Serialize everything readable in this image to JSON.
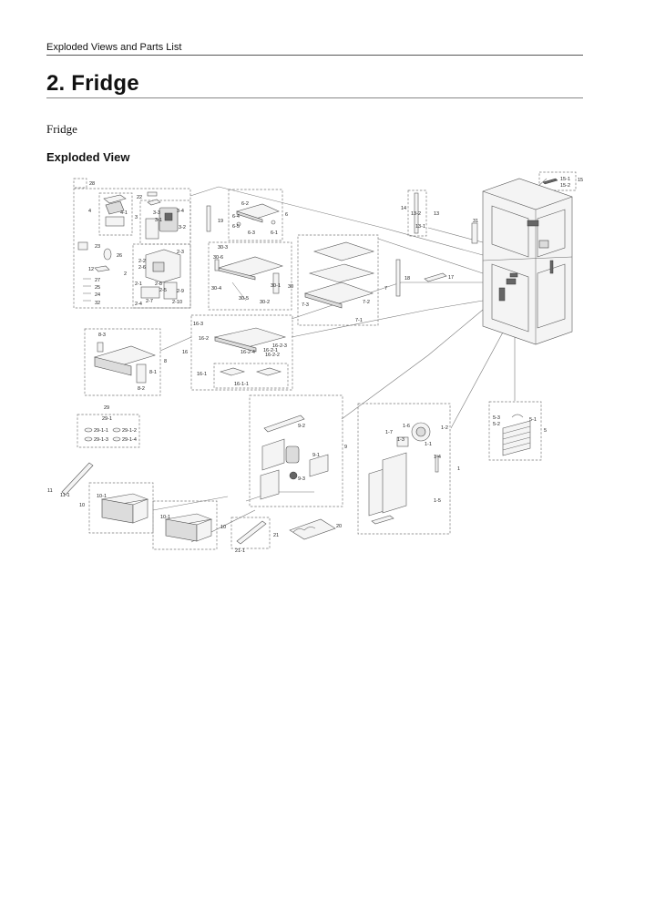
{
  "header": {
    "section": "Exploded Views and Parts List"
  },
  "title": "2.  Fridge",
  "intro": "Fridge",
  "subheading": "Exploded View",
  "callouts": {
    "c28": "28",
    "c22": "22",
    "c4": "4",
    "c4_1": "4-1",
    "c3": "3",
    "c3_3": "3-3",
    "c3_1": "3-1",
    "c3_2": "3-2",
    "c3_4": "3-4",
    "c23": "23",
    "c26": "26",
    "c12": "12",
    "c27": "27",
    "c25": "25",
    "c24": "24",
    "c32": "32",
    "c2": "2",
    "c2_1": "2-1",
    "c2_2": "2-2",
    "c2_3": "2-3",
    "c2_4": "2-4",
    "c2_5": "2-5",
    "c2_6": "2-6",
    "c2_7": "2-7",
    "c2_8": "2-8",
    "c2_9": "2-9",
    "c2_10": "2-10",
    "c19": "19",
    "c6": "6",
    "c6_1": "6-1",
    "c6_2": "6-2",
    "c6_3": "6-3",
    "c6_4": "6-4",
    "c6_5": "6-5",
    "c30": "30",
    "c30_1": "30-1",
    "c30_2": "30-2",
    "c30_3": "30-3",
    "c30_4": "30-4",
    "c30_5": "30-5",
    "c30_6": "30-6",
    "c7": "7",
    "c7_1": "7-1",
    "c7_2": "7-2",
    "c7_3": "7-3",
    "c18": "18",
    "c17": "17",
    "c14": "14",
    "c13": "13",
    "c13_1": "13-1",
    "c13_2": "13-2",
    "c31": "31",
    "c15": "15",
    "c15_1": "15-1",
    "c15_2": "15-2",
    "c8": "8",
    "c8_1": "8-1",
    "c8_2": "8-2",
    "c8_3": "8-3",
    "c16": "16",
    "c16_1": "16-1",
    "c16_1_1": "16-1-1",
    "c16_2": "16-2",
    "c16_2_1": "16-2-1",
    "c16_2_2": "16-2-2",
    "c16_2_3": "16-2-3",
    "c16_2_4": "16-2-4",
    "c16_3": "16-3",
    "c29": "29",
    "c29_1": "29-1",
    "c29_1_1": "29-1-1",
    "c29_1_2": "29-1-2",
    "c29_1_3": "29-1-3",
    "c29_1_4": "29-1-4",
    "c9": "9",
    "c9_1": "9-1",
    "c9_2": "9-2",
    "c9_3": "9-3",
    "c1": "1",
    "c1_1": "1-1",
    "c1_2": "1-2",
    "c1_3": "1-3",
    "c1_4": "1-4",
    "c1_5": "1-5",
    "c1_6": "1-6",
    "c1_7": "1-7",
    "c5": "5",
    "c5_1": "5-1",
    "c5_2": "5-2",
    "c5_3": "5-3",
    "c11": "11",
    "c11_1": "11-1",
    "c10": "10",
    "c10_1": "10-1",
    "c10b": "10",
    "c10_1b": "10-1",
    "c21": "21",
    "c21_1": "21-1",
    "c20": "20"
  }
}
